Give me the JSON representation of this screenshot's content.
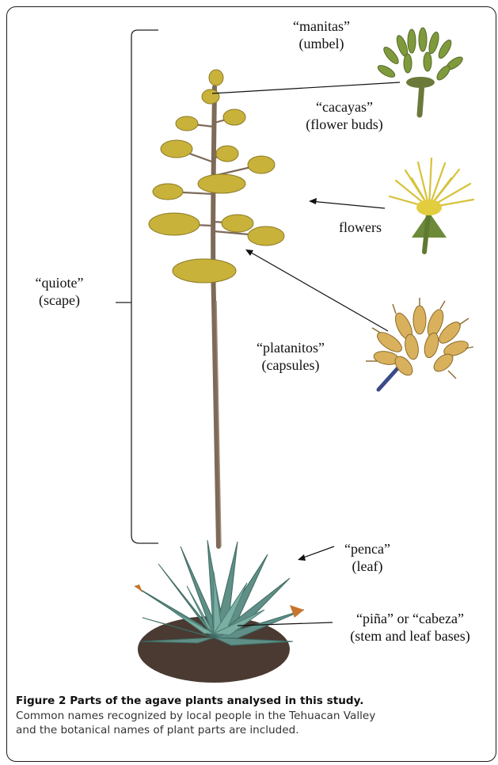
{
  "figure": {
    "title": "Figure 2 Parts of the agave plants analysed in this study.",
    "caption_line1": "Common names recognized by local people in the Tehuacan Valley",
    "caption_line2": "and the botanical names of plant parts are included."
  },
  "labels": {
    "manitas": {
      "common": "“manitas”",
      "botanical": "(umbel)"
    },
    "cacayas": {
      "common": "“cacayas”",
      "botanical": "(flower buds)"
    },
    "flowers": {
      "common": "flowers"
    },
    "quiote": {
      "common": "“quiote”",
      "botanical": "(scape)"
    },
    "platanitos": {
      "common": "“platanitos”",
      "botanical": "(capsules)"
    },
    "penca": {
      "common": "“penca”",
      "botanical": "(leaf)"
    },
    "pina": {
      "common": "“piña” or “cabeza”",
      "botanical": "(stem and leaf bases)"
    }
  },
  "colors": {
    "stalk": "#7d6a58",
    "flower_cluster": "#c9b23a",
    "leaf": "#5f8f86",
    "capsule": "#d9b15c",
    "bud": "#7f9a3c"
  }
}
